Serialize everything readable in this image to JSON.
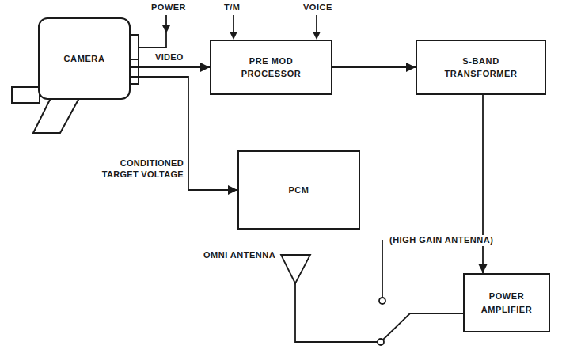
{
  "diagram": {
    "nodes": [
      {
        "text": [
          "CAMERA"
        ]
      },
      {
        "text": [
          "PRE MOD PROCESSOR"
        ]
      },
      {
        "text": [
          "S-BAND TRANSFORMER"
        ]
      },
      {
        "text": [
          "PCM"
        ]
      },
      {
        "text": [
          "POWER AMPLIFIER"
        ]
      }
    ],
    "edges": [
      {
        "from": 0,
        "to": 1,
        "arrow": "to",
        "label": "VIDEO"
      },
      {
        "from": 0,
        "to": 3,
        "arrow": "to",
        "label": "CONDITIONED TARGET VOLTAGE"
      },
      {
        "from": 1,
        "to": 2,
        "arrow": "to"
      },
      {
        "from": 2,
        "to": 4,
        "arrow": "to"
      }
    ],
    "labels": [
      "POWER",
      "T/M",
      "VOICE",
      "(HIGH GAIN ANTENNA)",
      "OMNI ANTENNA"
    ]
  }
}
